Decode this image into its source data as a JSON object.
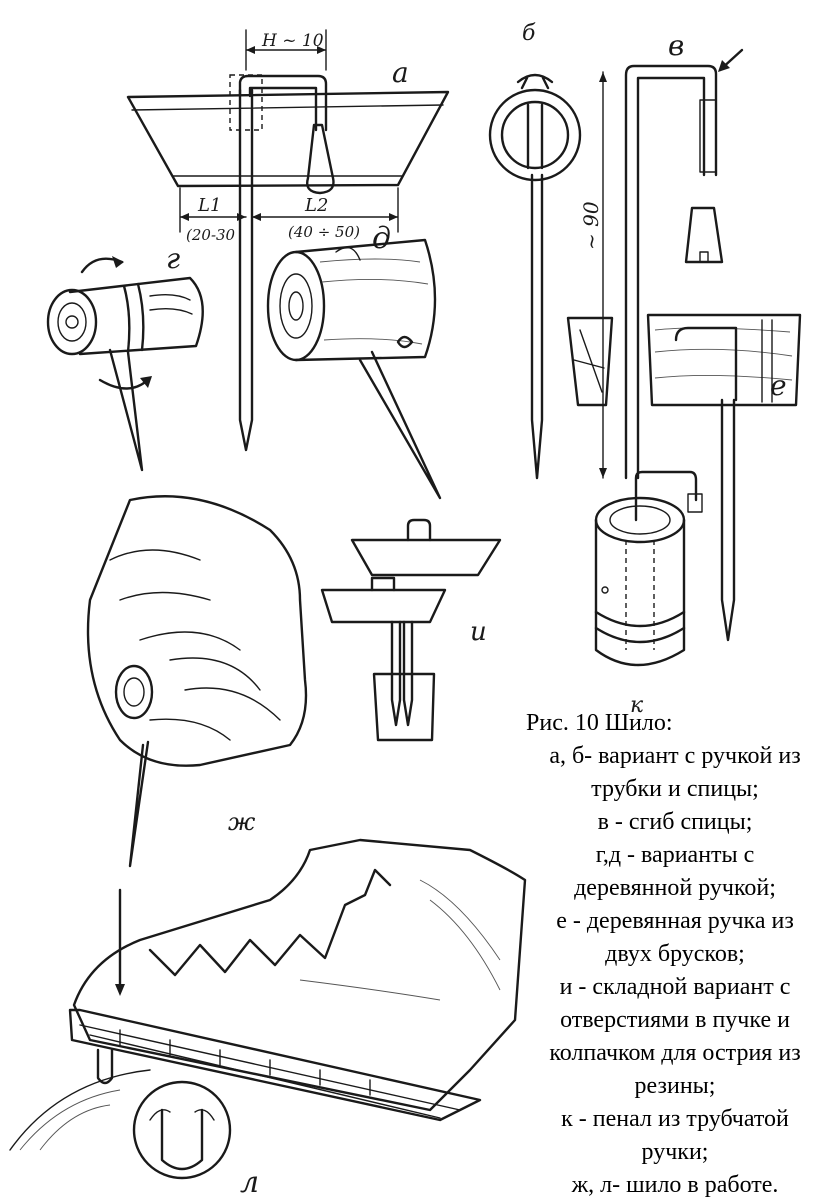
{
  "labels": {
    "a": "а",
    "b": "б",
    "v": "в",
    "g": "г",
    "d": "д",
    "e": "е",
    "zh": "ж",
    "i": "и",
    "k": "к",
    "l": "л"
  },
  "dimensions": {
    "h": "H ~ 10",
    "l1": "L1",
    "l1_range": "(20-30",
    "l2": "L2",
    "l2_range": "(40 ÷ 50)",
    "height": "~ 90"
  },
  "caption": {
    "title": "Рис. 10  Шило:",
    "lines": [
      "а, б- вариант с ручкой из",
      "трубки и спицы;",
      "в - сгиб спицы;",
      "г,д - варианты с",
      "деревянной ручкой;",
      "е - деревянная ручка из",
      "двух брусков;",
      "и - складной вариант с",
      "отверстиями в пучке и",
      "колпачком для острия из",
      "резины;",
      "к - пенал из трубчатой",
      "ручки;",
      "ж, л- шило в работе."
    ]
  }
}
